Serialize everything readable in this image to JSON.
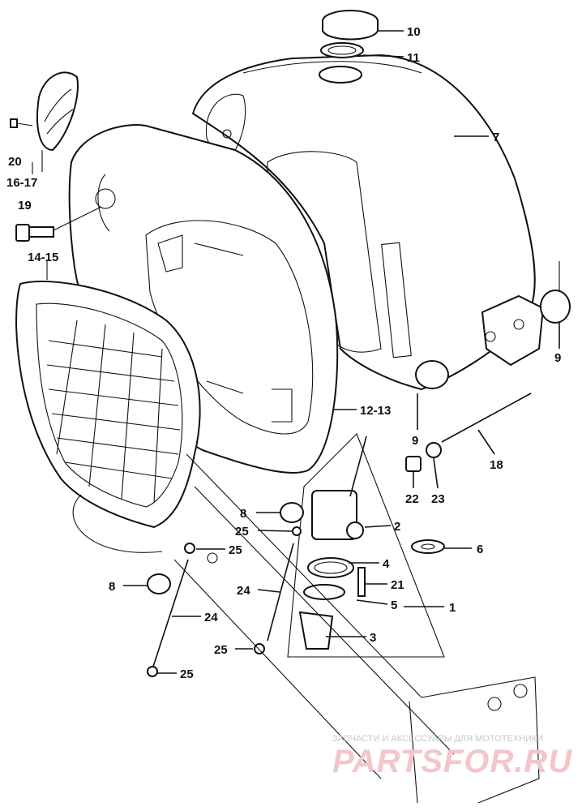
{
  "diagram": {
    "labels": [
      {
        "id": "p10",
        "text": "10"
      },
      {
        "id": "p11",
        "text": "11"
      },
      {
        "id": "p7",
        "text": "7"
      },
      {
        "id": "p20",
        "text": "20"
      },
      {
        "id": "p16_17",
        "text": "16-17"
      },
      {
        "id": "p19",
        "text": "19"
      },
      {
        "id": "p14_15",
        "text": "14-15"
      },
      {
        "id": "p9a",
        "text": "9"
      },
      {
        "id": "p12_13",
        "text": "12-13"
      },
      {
        "id": "p9b",
        "text": "9"
      },
      {
        "id": "p18",
        "text": "18"
      },
      {
        "id": "p22",
        "text": "22"
      },
      {
        "id": "p23",
        "text": "23"
      },
      {
        "id": "p8a",
        "text": "8"
      },
      {
        "id": "p2",
        "text": "2"
      },
      {
        "id": "p25a",
        "text": "25"
      },
      {
        "id": "p6",
        "text": "6"
      },
      {
        "id": "p25b",
        "text": "25"
      },
      {
        "id": "p4",
        "text": "4"
      },
      {
        "id": "p8b",
        "text": "8"
      },
      {
        "id": "p24a",
        "text": "24"
      },
      {
        "id": "p21",
        "text": "21"
      },
      {
        "id": "p5",
        "text": "5"
      },
      {
        "id": "p1",
        "text": "1"
      },
      {
        "id": "p24b",
        "text": "24"
      },
      {
        "id": "p3",
        "text": "3"
      },
      {
        "id": "p25c",
        "text": "25"
      },
      {
        "id": "p25d",
        "text": "25"
      }
    ]
  },
  "watermark": {
    "line1": "ЗАПЧАСТИ И АКСЕССУАРЫ ДЛЯ МОТОТЕХНИКИ",
    "line2": "PARTSFOR.RU"
  },
  "colors": {
    "ink": "#111111",
    "watermark_red": "#f3c6c9",
    "watermark_gray": "#c9c9c9"
  }
}
